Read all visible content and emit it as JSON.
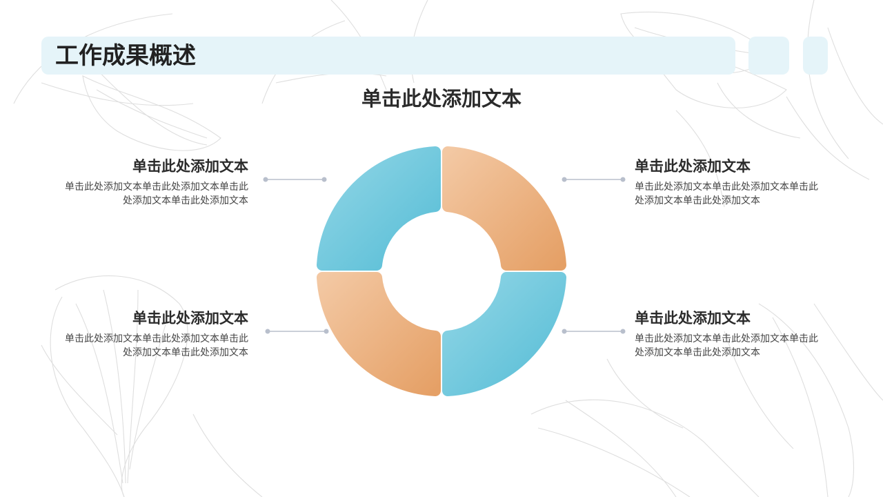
{
  "page": {
    "title": "工作成果概述"
  },
  "diagram": {
    "title": "单击此处添加文本",
    "items": [
      {
        "position": "top-left",
        "heading": "单击此处添加文本",
        "body": "单击此处添加文本单击此处添加文本单击此处添加文本单击此处添加文本",
        "color": "blue"
      },
      {
        "position": "top-right",
        "heading": "单击此处添加文本",
        "body": "单击此处添加文本单击此处添加文本单击此处添加文本单击此处添加文本",
        "color": "orange"
      },
      {
        "position": "bottom-left",
        "heading": "单击此处添加文本",
        "body": "单击此处添加文本单击此处添加文本单击此处添加文本单击此处添加文本",
        "color": "orange"
      },
      {
        "position": "bottom-right",
        "heading": "单击此处添加文本",
        "body": "单击此处添加文本单击此处添加文本单击此处添加文本单击此处添加文本",
        "color": "blue"
      }
    ]
  },
  "colors": {
    "blue_light": "#92d6e6",
    "blue_dark": "#56bdd6",
    "orange_light": "#f3c8a3",
    "orange_dark": "#e5a066",
    "title_band": "#e5f4f9",
    "connector": "#b8bfcc"
  }
}
